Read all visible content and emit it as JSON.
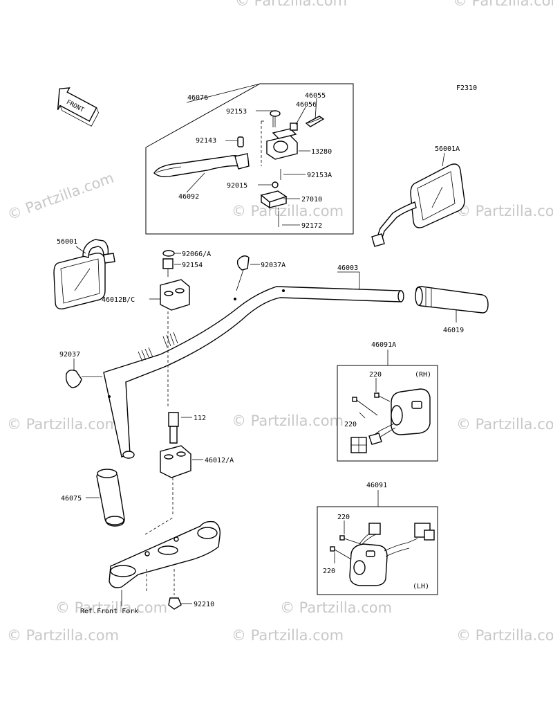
{
  "figure_code": "F2310",
  "front_label": "FRONT",
  "watermark": "© Partzilla.com",
  "watermark_small": "© Partzilla.com",
  "parts": {
    "p46076": "46076",
    "p46055": "46055",
    "p46056": "46056",
    "p92153": "92153",
    "p92143": "92143",
    "p13280": "13280",
    "p92153a": "92153A",
    "p92015": "92015",
    "p27010": "27010",
    "p46092": "46092",
    "p92172": "92172",
    "p56001a": "56001A",
    "p56001": "56001",
    "p92066": "92066/A",
    "p92154": "92154",
    "p92037a": "92037A",
    "p46003": "46003",
    "p46012bc": "46012B/C",
    "p46019": "46019",
    "p46091a": "46091A",
    "p220_a": "220",
    "p220_b": "220",
    "p92037": "92037",
    "p112": "112",
    "p46012a": "46012/A",
    "p46075": "46075",
    "p46091": "46091",
    "p220_c": "220",
    "p220_d": "220",
    "p92210": "92210"
  },
  "side_rh": "(RH)",
  "side_lh": "(LH)",
  "ref_front_fork": "Ref.Front Fork"
}
